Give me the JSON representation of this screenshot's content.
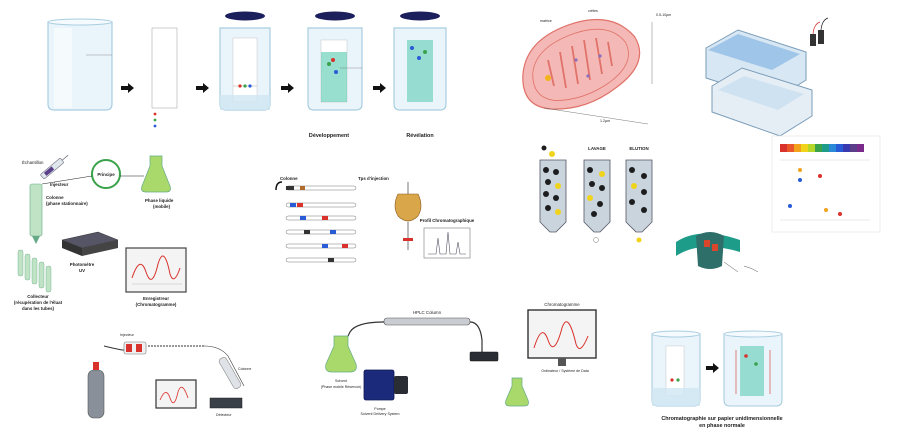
{
  "colors": {
    "ink": "#1d1d1f",
    "beaker_fill": "#eaf4fb",
    "beaker_stroke": "#a9cde0",
    "lid": "#1b1f5c",
    "green": "#3aa24a",
    "pink": "#f4b9b6",
    "pink_dark": "#e0726a",
    "tank_blue": "#9fc5e8",
    "purple": "#5b3e8a",
    "red": "#d9312b",
    "yellow": "#f2d31b"
  },
  "paper_sequence": {
    "dev_title": "Développement",
    "rev_title": "Révélation"
  },
  "mitochondrion": {
    "size_label": "1.2µm",
    "length_label": "0.5-10µm",
    "matrix_label": "matrice",
    "cristae_label": "crêtes"
  },
  "column_flow": {
    "sample": "Échantillon",
    "injector": "Injecteur",
    "principle": "Principe",
    "column_1": "Colonne",
    "column_2": "(phase stationnaire)",
    "mobile_1": "Phase liquide",
    "mobile_2": "(mobile)",
    "photometer_1": "Photomètre",
    "photometer_2": "UV",
    "collector_1": "Collecteur",
    "collector_2": "(récupération de l'éluat",
    "collector_3": "dans les tubes)",
    "recorder_1": "Enregistreur",
    "recorder_2": "(Chromatogramme)"
  },
  "injection": {
    "column_label": "Colonne",
    "time_label": "Tps d'injection",
    "profile_label": "Profil Chromatographique"
  },
  "ion_exchange": {
    "wash": "LAVAGE",
    "elution": "ELUTION"
  },
  "hplc": {
    "column": "HPLC Column",
    "monitor": "Chromatogramme",
    "solvent_1": "Solvent",
    "solvent_2": "(Phase mobile Réservoir)",
    "pump_1": "Pompe",
    "pump_2": "Solvent Delivery System",
    "computer": "Ordinateur / Système de Data"
  },
  "gas": {
    "injector": "Injecteur",
    "column": "Colonne",
    "detector": "Détecteur"
  },
  "paper_panel": {
    "title_1": "Chromatographie sur papier unidimensionnelle",
    "title_2": "en phase normale"
  }
}
